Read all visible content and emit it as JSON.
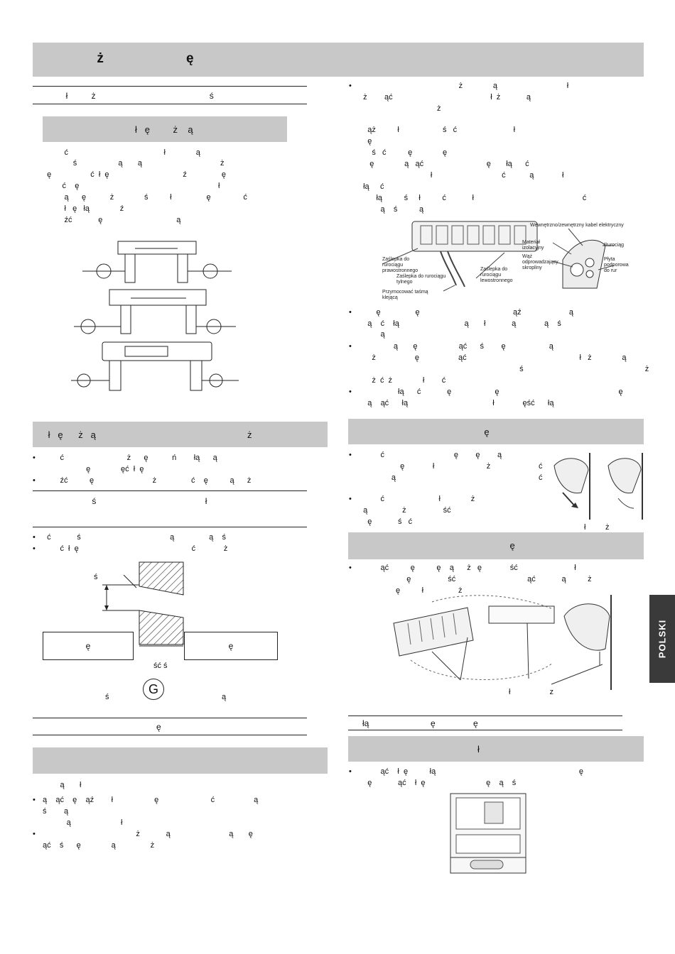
{
  "header": {
    "title": "     ż                      ę"
  },
  "left": {
    "subtitle1": "              ł          ż                                                ś",
    "section1_title": "                                    ł   ę         ż    ą",
    "para1": [
      "          ć                                            ł              ą",
      "              ś                   ą       ą                                    ż",
      "  ę                  ć  ł  ę                                  ź                ę",
      "         ć    ę                                                                ł",
      "          ą      ę           ż              ś          ł                ę               ć",
      "          ł   ę   łą              ź",
      "          źć            ę                                  ą"
    ],
    "section2_title": "      ł   ę      ż   ą                                                           ż",
    "bullets2": [
      "        ć                             ż      ę           ń        łą      ą",
      "                    ę              ęć  ł  ę",
      "        źć          ę                           ż                ć    ę          ą      ż"
    ],
    "subtitle2": "                         ś                                              ł",
    "bullets3": [
      "  ć            ś                                         ą                ą    ś",
      "        ć  ł  ę                                                    ć             ż"
    ],
    "diagram_labels": {
      "top": "ś",
      "box_left": "ę",
      "box_right": "ę",
      "bottom": "ść ś",
      "circle": "G",
      "caption_left": "ś",
      "caption_right": "ą"
    },
    "subtitle3": "ę",
    "section3_title": "",
    "para4": "        ą       ł",
    "bullets4": [
      "ą    ąć    ę    ąź        ł                   ę                        ć                  ą",
      "ś        ą",
      "           ą                       ł",
      "                                           ż            ą                           ą       ę",
      "ąć    ś      ę              ą                ż"
    ]
  },
  "right": {
    "bullets1": [
      "                                              ż              ą                                ł",
      "  ż        ąć                                             ł  ż            ą",
      "                                    ż"
    ],
    "para2": [
      "    ąż          ł                    ś   ć                          ł",
      "    ę",
      "      ś   ć          ę              ę",
      "     ę              ą   ąć                             ę       łą      ć",
      "                                 ł                                ć           ą             ł",
      "  łą     ć",
      "        łą          ś     ł          ć            ł                                                  ć",
      "          ą    ś          ą"
    ],
    "figure_labels": {
      "cable": "Wewnętrzno/zewnętrzny kabel elektryczny",
      "insulation": "Materiał\nizolacyjny",
      "pipe": "Rurociąg",
      "drain": "Wąż\nodprowadzający\nskropliny",
      "support": "Płyta\npodporowa\ndo rur",
      "cap_right": "Zaślepka do\nrurociągu\nprawostronnego",
      "cap_rear": "Zaślepka do rurociągu\ntylnego",
      "cap_left": "Zaślepka do\nrurociągu\nlewostronnego",
      "tape": "Przymocować taśmą\nklejącą"
    },
    "bullets2": [
      "        ę                ę                                           ąź                      ą",
      "    ą    ć    łą                              ą       ł            ą             ą    ś",
      "          ą",
      "                ą       ę                   ąć      ś        ę                    ą",
      "      ż                  ę                  ąć                                                    ł   ż              ą",
      "                                                                          ś                                                        ż",
      "      ż  ć  ż              ł        ć",
      "                  łą      ć            ę                    ę                                                       ę",
      "    ą    ąć      łą                                       ł             ęść      łą"
    ],
    "section1_title": "                                                     ę",
    "bullets3": [
      "          ć                                ę        ę        ą",
      "                   ę             ł                        ż",
      "               ą",
      "          ć                         ł              ż",
      "  ą                ż                 ść",
      "    ę            ś   ć"
    ],
    "bullets3_right": [
      "ć",
      "ć",
      "ł         ż"
    ],
    "section2_title": "                                                               ę",
    "bullets4": [
      "          ąć          ę          ę    ą      ż   ę             ść                          ł",
      "                      ę                 ść                                 ąć            ą          ż",
      "                 ę          ł                ż"
    ],
    "fig3_caption": "ł                  z",
    "subtitle4": "      łą                          ę                ę",
    "section3_title": "ł",
    "bullets5": [
      "          ąć    ł  ę          łą                                                                  ę",
      "    ę            ąć    ł  ę                            ę    ą    ś"
    ]
  },
  "side_tab": {
    "label": "POLSKI"
  }
}
